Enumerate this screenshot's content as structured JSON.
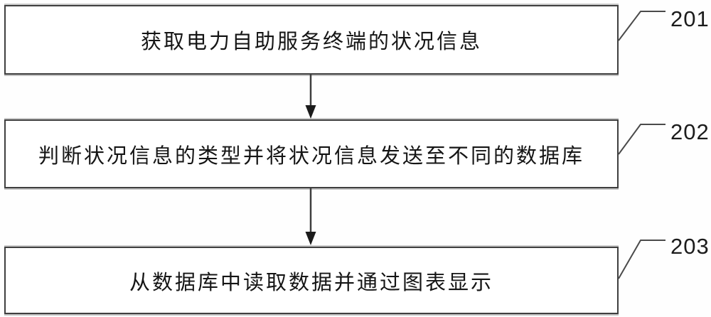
{
  "figure": {
    "type": "flowchart",
    "steps": [
      {
        "ref": "201",
        "text": "获取电力自助服务终端的状况信息"
      },
      {
        "ref": "202",
        "text": "判断状况信息的类型并将状况信息发送至不同的数据库"
      },
      {
        "ref": "203",
        "text": "从数据库中读取数据并通过图表显示"
      }
    ],
    "colors": {
      "line": "#4a4a4a",
      "border": "#3f3f3f",
      "text": "#151515",
      "background": "#ffffff"
    }
  }
}
